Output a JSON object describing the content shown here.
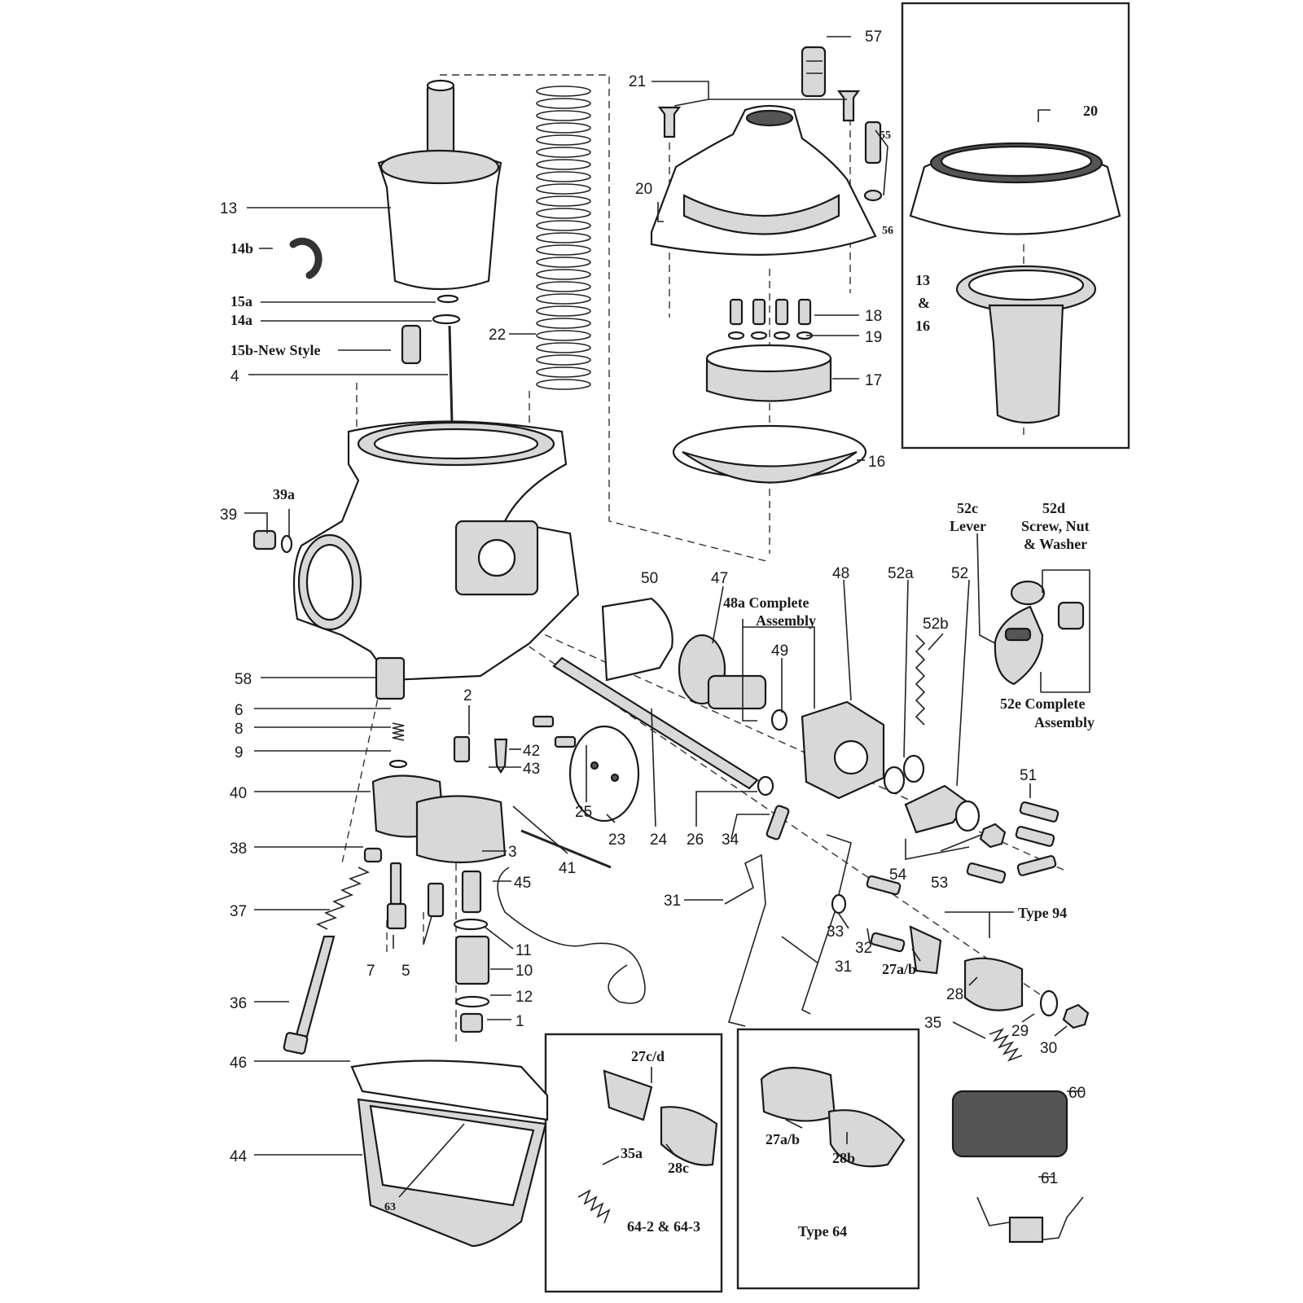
{
  "labels": {
    "l57": "57",
    "l21": "21",
    "l20a": "20",
    "l55": "55",
    "l56": "56",
    "l20b": "20",
    "l13and16": "13\n&\n16",
    "l13": "13",
    "l14b": "14b",
    "l15a": "15a",
    "l14a": "14a",
    "l15b": "15b-New Style",
    "l4": "4",
    "l22": "22",
    "l18": "18",
    "l19": "19",
    "l17": "17",
    "l16": "16",
    "l39": "39",
    "l39a": "39a",
    "l50": "50",
    "l47": "47",
    "l48a": "48a Complete",
    "l48a2": "Assembly",
    "l48": "48",
    "l49": "49",
    "l52a": "52a",
    "l52": "52",
    "l52b": "52b",
    "l52c": "52c",
    "l52c2": "Lever",
    "l52d": "52d",
    "l52d2": "Screw, Nut",
    "l52d3": "& Washer",
    "l52e": "52e Complete",
    "l52e2": "Assembly",
    "l58": "58",
    "l6": "6",
    "l8": "8",
    "l9": "9",
    "l2": "2",
    "l42": "42",
    "l43": "43",
    "l40": "40",
    "l38": "38",
    "l37": "37",
    "l3": "3",
    "l45": "45",
    "l41": "41",
    "l25": "25",
    "l23": "23",
    "l24": "24",
    "l26": "26",
    "l34": "34",
    "l51": "51",
    "l54": "54",
    "l53": "53",
    "l31a": "31",
    "l33": "33",
    "l32": "32",
    "l31b": "31",
    "l27ab": "27a/b",
    "l28": "28",
    "l29": "29",
    "l30": "30",
    "ltype94": "Type 94",
    "l35": "35",
    "l7": "7",
    "l5": "5",
    "l11": "11",
    "l10": "10",
    "l12": "12",
    "l1": "1",
    "l36": "36",
    "l46": "46",
    "l44": "44",
    "l63": "63",
    "l27cd": "27c/d",
    "l35a": "35a",
    "l28c": "28c",
    "l642": "64-2 & 64-3",
    "l27ab2": "27a/b",
    "l28b": "28b",
    "ltype64": "Type 64",
    "l60": "60",
    "l61": "61"
  }
}
